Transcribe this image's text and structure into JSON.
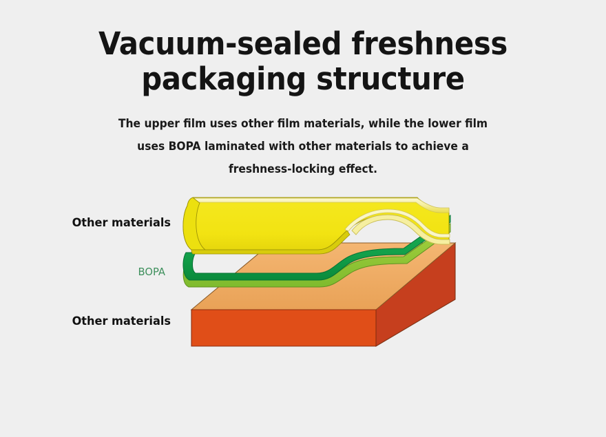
{
  "background_color": "#efefef",
  "header": {
    "title": "Vacuum-sealed freshness\npackaging structure",
    "subtitle": "The upper film uses other film materials, while the lower film\nuses BOPA laminated with other materials to achieve a\nfreshness-locking effect."
  },
  "diagram": {
    "name": "vacuum-sealed-packaging-layer-diagram",
    "labels": {
      "top_layer": "Other materials",
      "middle_layer": "BOPA",
      "bottom_layer": "Other materials"
    },
    "colors": {
      "upper_film_highlight": "#f7f2ae",
      "upper_film": "#f2e312",
      "upper_film_shade": "#e3d40e",
      "bopa_light_green": "#8cc63f",
      "bopa_dark_green": "#12a04a",
      "bopa_green_shade": "#0b8a3d",
      "substrate_top": "#efab62",
      "substrate_front": "#e04e18",
      "substrate_side": "#c63f1e",
      "outline": "#6b6b6b",
      "label_text": "#111111",
      "bopa_text": "#3d8f5c"
    },
    "layers": [
      {
        "id": "upper-film",
        "label": "Other materials",
        "color": "#f2e312"
      },
      {
        "id": "bopa-film",
        "label": "BOPA",
        "color": "#12a04a"
      },
      {
        "id": "substrate",
        "label": "Other materials",
        "color": "#e04e18"
      }
    ]
  }
}
